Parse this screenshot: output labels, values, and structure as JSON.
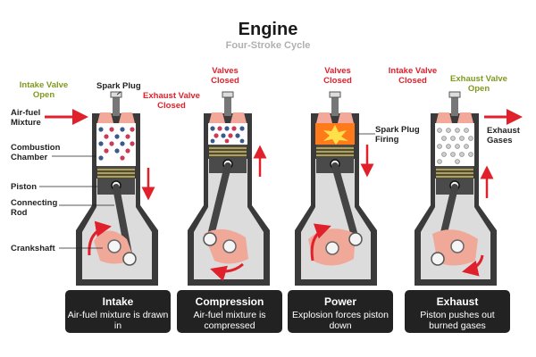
{
  "title": "Engine",
  "subtitle": "Four-Stroke Cycle",
  "labels": {
    "intake_valve_open": "Intake Valve Open",
    "spark_plug": "Spark Plug",
    "exhaust_valve_closed": "Exhaust Valve Closed",
    "air_fuel_mixture": "Air-fuel Mixture",
    "combustion_chamber": "Combustion Chamber",
    "piston": "Piston",
    "connecting_rod": "Connecting Rod",
    "crankshaft": "Crankshaft",
    "valves_closed_2": "Valves Closed",
    "valves_closed_3": "Valves Closed",
    "spark_plug_firing": "Spark Plug Firing",
    "intake_valve_closed": "Intake Valve Closed",
    "exhaust_valve_open": "Exhaust Valve Open",
    "exhaust_gases": "Exhaust Gases"
  },
  "strokes": [
    {
      "name": "Intake",
      "description": "Air-fuel mixture is drawn in"
    },
    {
      "name": "Compression",
      "description": "Air-fuel mixture is compressed"
    },
    {
      "name": "Power",
      "description": "Explosion forces piston down"
    },
    {
      "name": "Exhaust",
      "description": "Piston pushes out burned gases"
    }
  ],
  "colors": {
    "block": "#3a3a3a",
    "chamber": "#d9d9d9",
    "valve": "#f2a99a",
    "crank": "#f0a898",
    "red": "#e0202a",
    "green": "#7e9a1d",
    "piston": "#4a4a4a",
    "fire": "#ff7a1a"
  }
}
